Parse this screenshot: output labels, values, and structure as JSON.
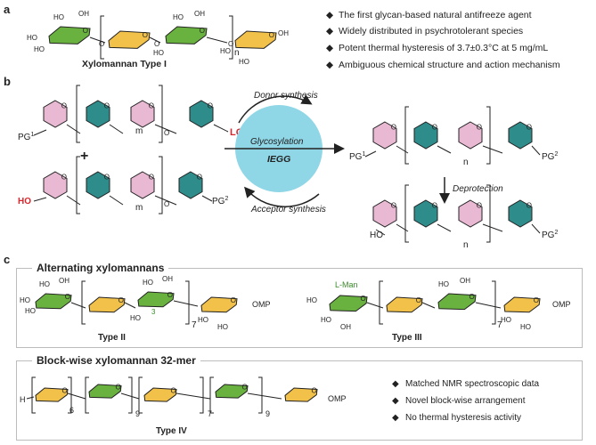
{
  "panel_letters": {
    "a": "a",
    "b": "b",
    "c": "c"
  },
  "colors": {
    "green": "#6ab23f",
    "yellow": "#f2c14a",
    "pink": "#e9b9d3",
    "teal": "#2e8c8a",
    "cyan": "#8fd6e6",
    "red": "#d8262c"
  },
  "panel_a": {
    "compound": "Xylomannan Type I",
    "repeat_n": "n",
    "bullets": [
      "The first glycan-based natural antifreeze agent",
      "Widely distributed in psychrotolerant species",
      "Potent thermal hysteresis of 3.7±0.3°C at 5 mg/mL",
      "Ambiguous chemical structure and action mechanism"
    ]
  },
  "panel_b": {
    "donor_synthesis": "Donor synthesis",
    "glycosylation": "Glycosylation",
    "iegg": "IEGG",
    "acceptor_synthesis": "Acceptor synthesis",
    "deprotection": "Deprotection",
    "plus": "+",
    "pg1": "PG",
    "pg1_sup": "1",
    "pg2": "PG",
    "pg2_sup": "2",
    "lg": "LG",
    "ho": "HO",
    "m": "m",
    "n": "n"
  },
  "panel_c": {
    "alternating_title": "Alternating xylomannans",
    "type2": "Type II",
    "type3": "Type III",
    "l_man": "L-Man",
    "pos3": "3",
    "rep7": "7",
    "omp": "OMP",
    "blockwise_title": "Block-wise xylomannan 32-mer",
    "type4": "Type IV",
    "rep6": "6",
    "rep9": "9",
    "bullets": [
      "Matched NMR spectroscopic data",
      "Novel block-wise arrangement",
      "No thermal hysteresis activity"
    ]
  }
}
